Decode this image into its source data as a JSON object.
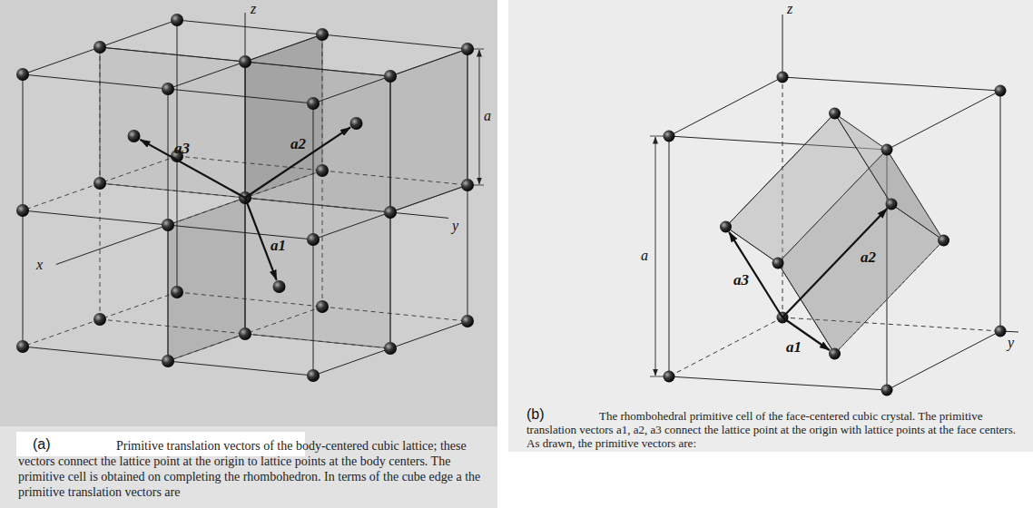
{
  "diagram": {
    "labels": [
      "z",
      "a",
      "a3",
      "a2",
      "y",
      "a1",
      "x",
      "(a)",
      "Primitive translation vectors of the body-centered cubic lattice; these vectors connect the lattice point at the origin to lattice points at the body centers. The primitive cell is obtained on completing the rhombohedron. In terms of the cube edge a the primitive translation vectors are",
      "z",
      "a3",
      "a2",
      "a1",
      "a",
      "y",
      "(b)",
      "The rhombohedral primitive cell of the face-centered cubic crystal. The primitive translation vectors a1, a2, a3 connect the lattice point at the origin with lattice points at the face centers. As drawn, the primitive vectors are:"
    ]
  }
}
